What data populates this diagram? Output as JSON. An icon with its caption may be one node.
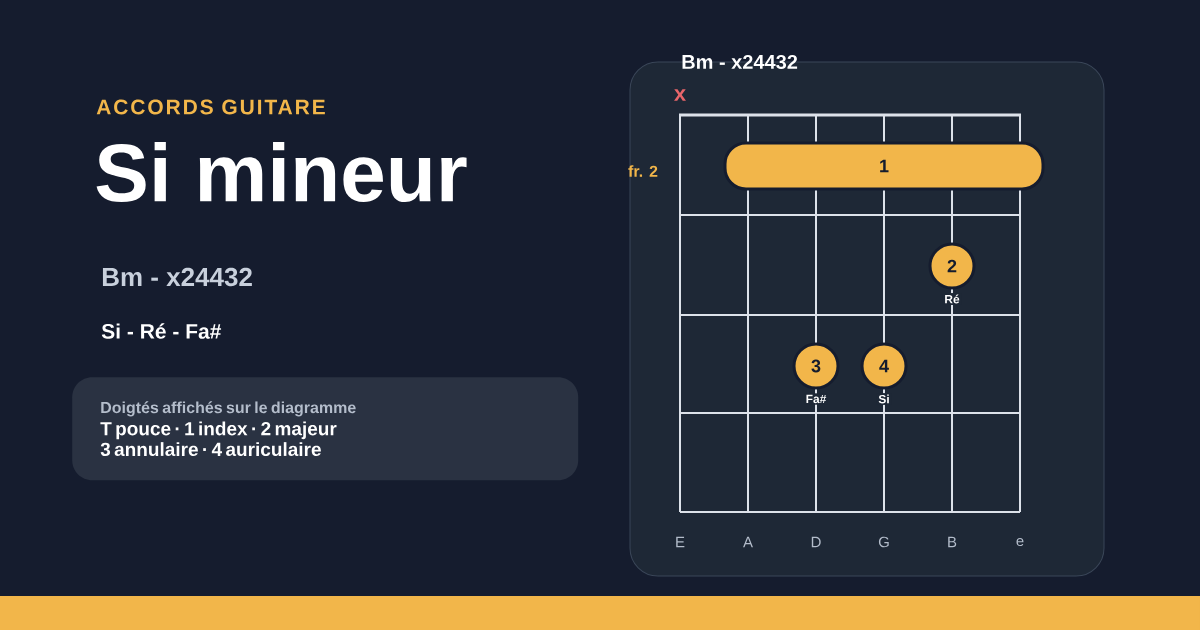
{
  "diagram": {
    "title": "Si mineur",
    "nodes": [
      {
        "text": [
          "Doigtés affichés sur le diagramme",
          "T pouce · 1 index · 2 majeur",
          "3 annulaire · 4 auriculaire"
        ]
      },
      {
        "text": [
          "1"
        ]
      },
      {
        "text": [
          "2"
        ],
        "beside": [
          "Ré"
        ]
      },
      {
        "text": [
          "3"
        ],
        "beside": [
          "Fa#"
        ]
      },
      {
        "text": [
          "4"
        ],
        "beside": [
          "Si"
        ]
      }
    ],
    "labels": [
      "ACCORDS GUITARE",
      "Bm - x24432",
      "Si - Ré - Fa#",
      "Bm - x24432",
      "x",
      "fr. 2",
      "E",
      "A",
      "D",
      "G",
      "B",
      "e"
    ]
  }
}
